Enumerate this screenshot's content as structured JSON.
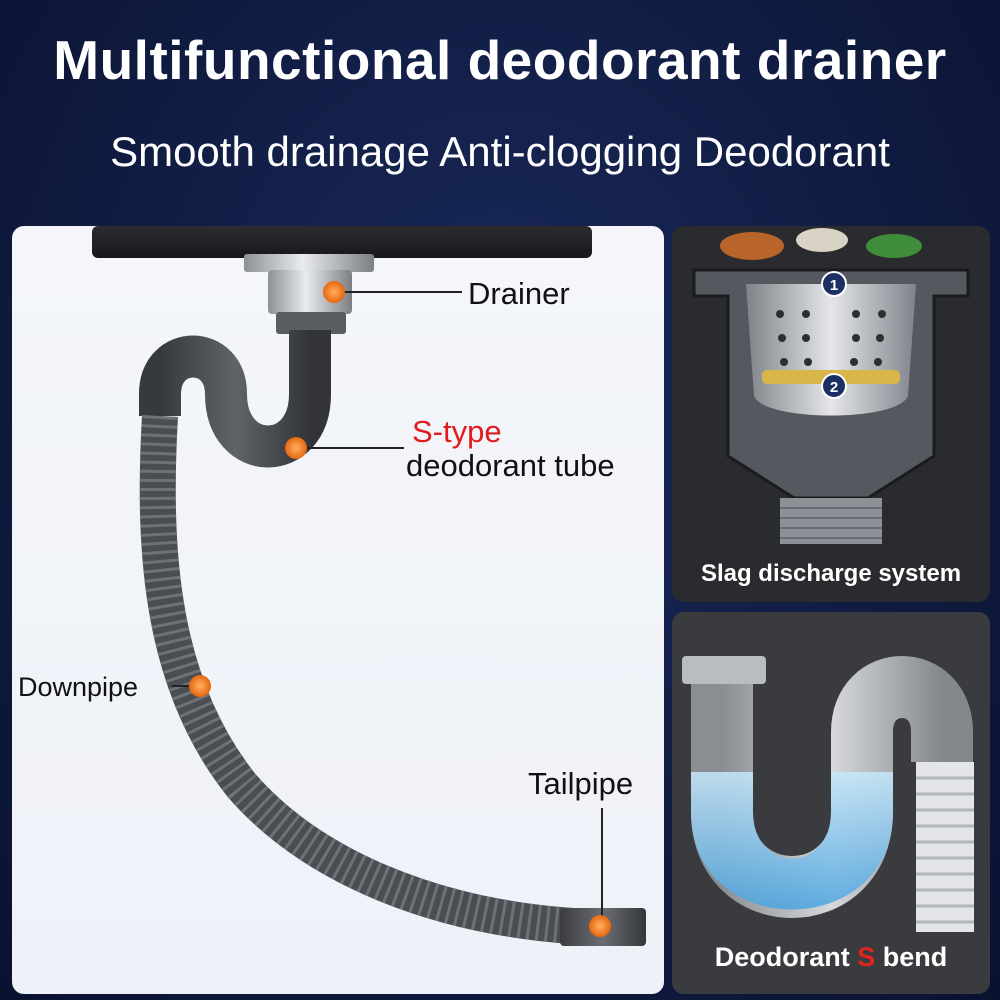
{
  "header": {
    "title": "Multifunctional deodorant drainer",
    "subtitle": "Smooth drainage Anti-clogging Deodorant"
  },
  "diagram": {
    "labels": {
      "drainer": "Drainer",
      "s_type": "S-type",
      "deodorant_tube": "deodorant tube",
      "downpipe": "Downpipe",
      "tailpipe": "Tailpipe"
    },
    "marker_numbers": [
      "1",
      "2"
    ]
  },
  "panels": {
    "slag": {
      "caption": "Slag discharge system"
    },
    "sbend": {
      "caption_pre": "Deodorant ",
      "caption_accent": "S",
      "caption_post": " bend"
    }
  },
  "colors": {
    "background": "#0f1b40",
    "pipe": "#4e5156",
    "marker": "#f07a1e",
    "accent_red": "#e01c1c",
    "water": "#7cc4ee"
  }
}
